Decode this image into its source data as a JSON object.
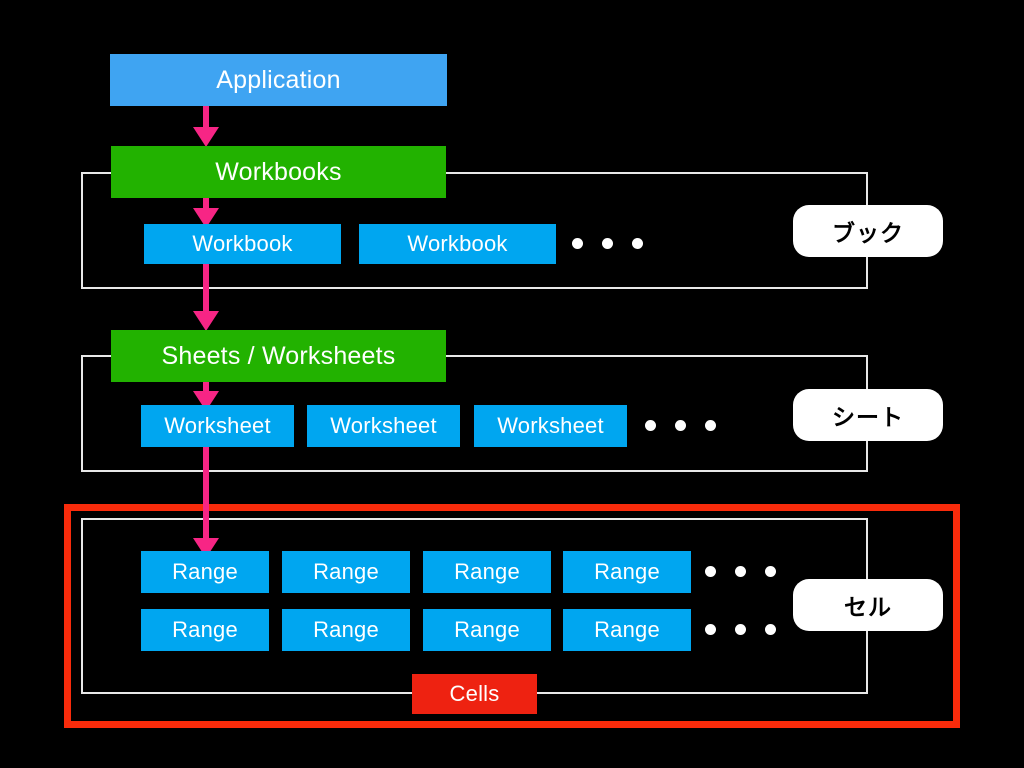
{
  "diagram": {
    "title": "Excel object model hierarchy",
    "background_color": "#000000",
    "colors": {
      "application_blue": "#3fa4f2",
      "collection_green": "#22b200",
      "object_blue": "#00a6f0",
      "cells_red": "#ee2211",
      "frame_red": "#f92b0b",
      "arrow_pink": "#f72585",
      "bracket_white": "#e8e8e8",
      "badge_white": "#ffffff"
    }
  },
  "nodes": {
    "application": {
      "label": "Application"
    },
    "workbooks": {
      "label": "Workbooks"
    },
    "workbook_items": [
      {
        "label": "Workbook"
      },
      {
        "label": "Workbook"
      }
    ],
    "sheets": {
      "label": "Sheets / Worksheets"
    },
    "worksheet_items": [
      {
        "label": "Worksheet"
      },
      {
        "label": "Worksheet"
      },
      {
        "label": "Worksheet"
      }
    ],
    "range_row_1": [
      {
        "label": "Range"
      },
      {
        "label": "Range"
      },
      {
        "label": "Range"
      },
      {
        "label": "Range"
      }
    ],
    "range_row_2": [
      {
        "label": "Range"
      },
      {
        "label": "Range"
      },
      {
        "label": "Range"
      },
      {
        "label": "Range"
      }
    ],
    "cells": {
      "label": "Cells"
    }
  },
  "badges": {
    "book": {
      "label": "ブック"
    },
    "sheet": {
      "label": "シート"
    },
    "cell": {
      "label": "セル"
    }
  },
  "ellipsis": {
    "symbol": "・・・",
    "dot_count": 3
  }
}
